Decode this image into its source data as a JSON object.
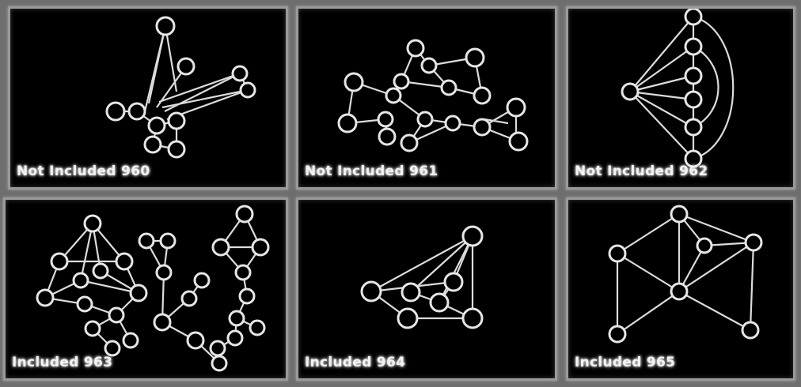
{
  "panels": [
    {
      "caption": "Not Included 960"
    },
    {
      "caption": "Not Included 961"
    },
    {
      "caption": "Not Included 962"
    },
    {
      "caption": "Included 963"
    },
    {
      "caption": "Included 964"
    },
    {
      "caption": "Included 965"
    }
  ],
  "colors": {
    "background": "#6e6e6e",
    "panel": "#000000",
    "stroke": "#e6e6e6"
  }
}
